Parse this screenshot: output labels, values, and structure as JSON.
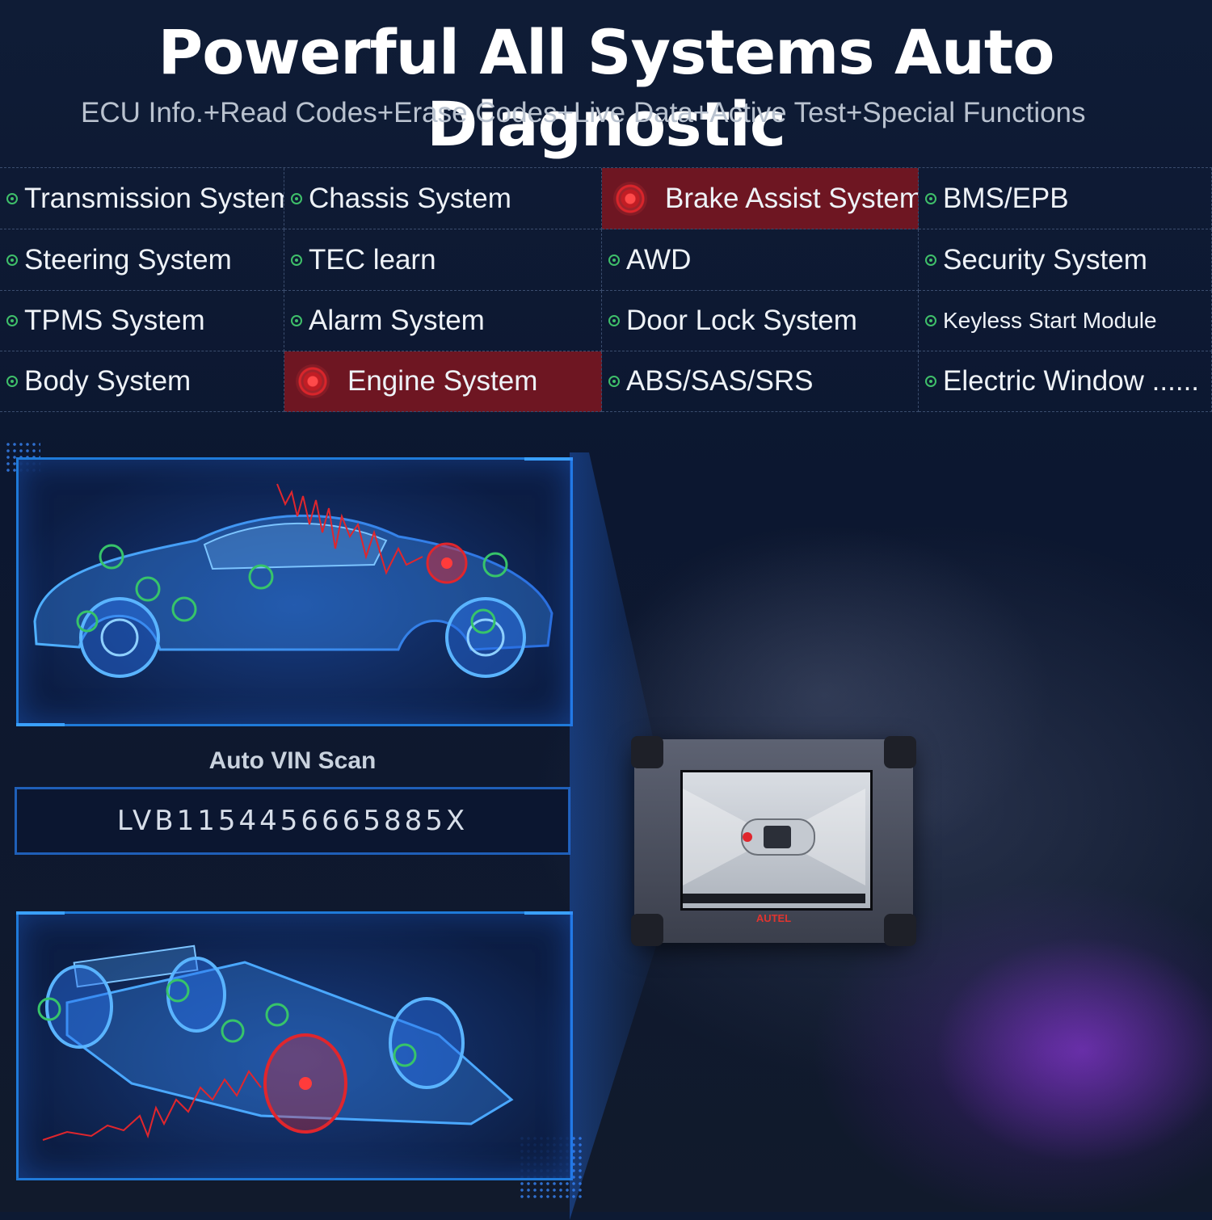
{
  "header": {
    "title": "Powerful All Systems Auto Diagnostic",
    "subtitle": "ECU Info.+Read Codes+Erase Codes+Live Data+Active Test+Special Functions"
  },
  "systems": [
    {
      "label": "Transmission System",
      "highlight": false
    },
    {
      "label": "Chassis System",
      "highlight": false
    },
    {
      "label": "Brake Assist System",
      "highlight": true
    },
    {
      "label": "BMS/EPB",
      "highlight": false
    },
    {
      "label": "Steering System",
      "highlight": false
    },
    {
      "label": "TEC learn",
      "highlight": false
    },
    {
      "label": "AWD",
      "highlight": false
    },
    {
      "label": "Security System",
      "highlight": false
    },
    {
      "label": "TPMS System",
      "highlight": false
    },
    {
      "label": "Alarm System",
      "highlight": false
    },
    {
      "label": "Door Lock System",
      "highlight": false
    },
    {
      "label": "Keyless Start Module",
      "highlight": false
    },
    {
      "label": "Body System",
      "highlight": false
    },
    {
      "label": "Engine System",
      "highlight": true
    },
    {
      "label": "ABS/SAS/SRS",
      "highlight": false
    },
    {
      "label": "Electric Window ......",
      "highlight": false
    }
  ],
  "vin": {
    "label": "Auto VIN Scan",
    "value": "LVB1154456665885X"
  },
  "device": {
    "brand": "AUTEL"
  },
  "colors": {
    "background": "#0d1a33",
    "highlight": "#6e1622",
    "ok_marker": "#3fbf6a",
    "fault_marker": "#d9252b",
    "panel_border": "#1f7ad9"
  }
}
